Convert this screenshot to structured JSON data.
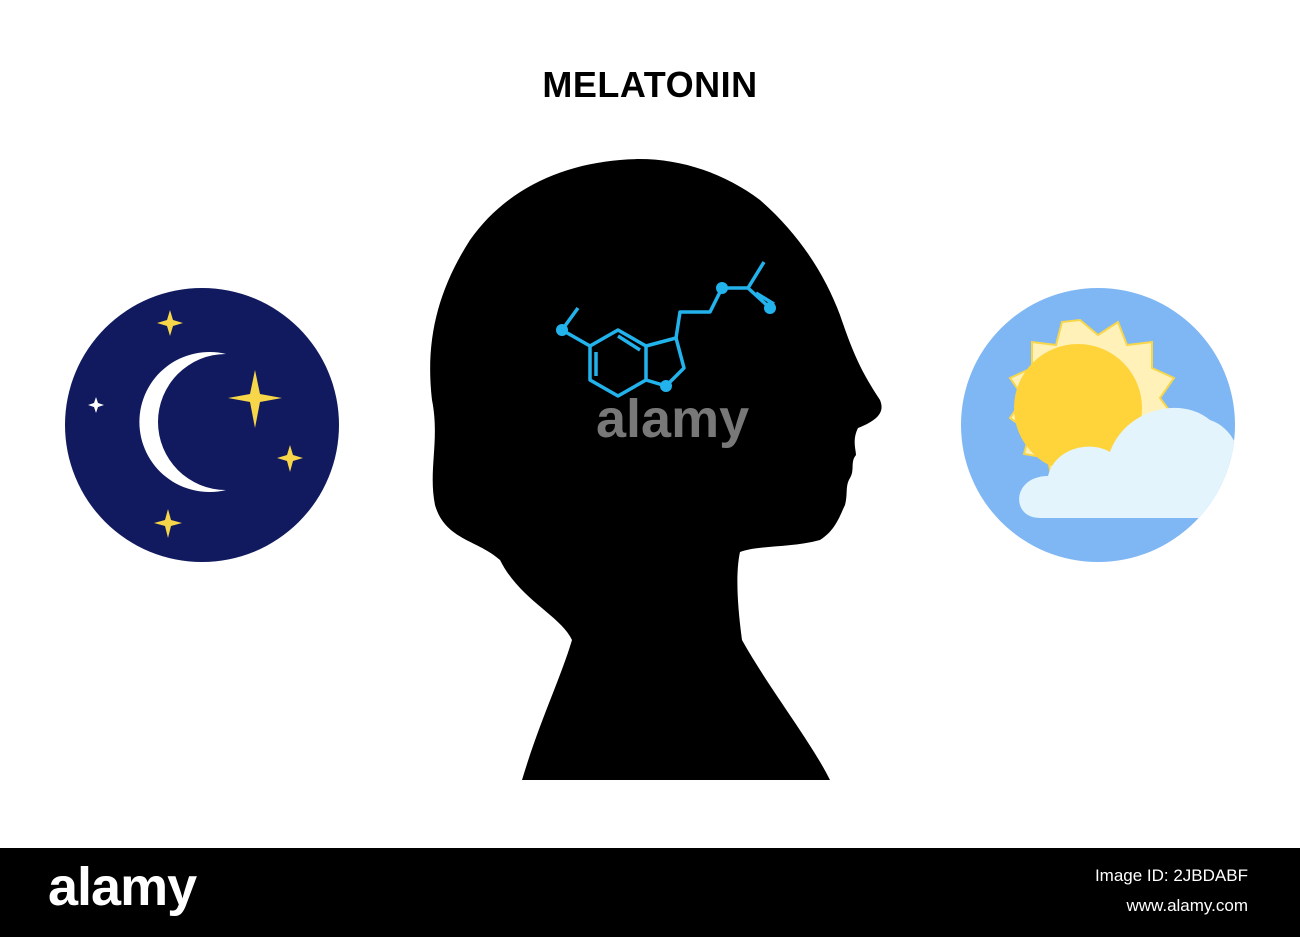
{
  "title": "MELATONIN",
  "colors": {
    "night_sky": "#111a5e",
    "star": "#f7d64a",
    "moon": "#ffffff",
    "day_sky": "#7fb6f4",
    "sun": "#ffd43b",
    "sun_rays": "#fff1b8",
    "cloud": "#e3f4fc",
    "molecule": "#22b3ec",
    "silhouette": "#000000"
  },
  "icons": {
    "night": "moon-and-stars-icon",
    "day": "sun-and-cloud-icon",
    "molecule": "melatonin-molecule-icon"
  },
  "watermark": {
    "text": "alamy"
  },
  "footer": {
    "brand": "alamy",
    "image_id": "Image ID: 2JBDABF",
    "site": "www.alamy.com"
  }
}
